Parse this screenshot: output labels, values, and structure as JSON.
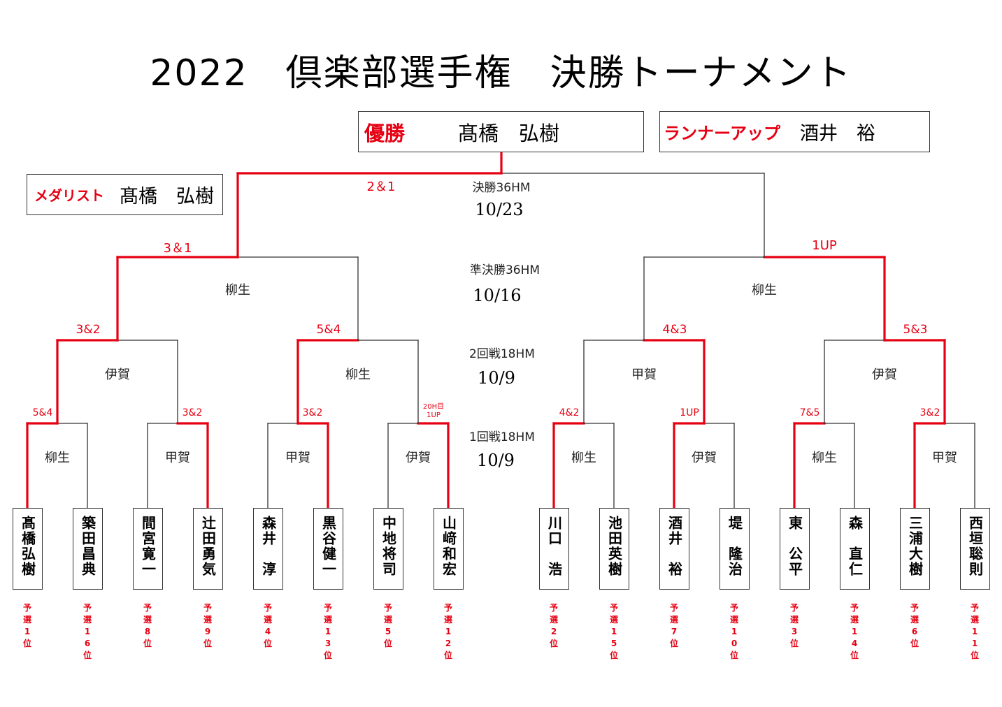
{
  "title": "2022　倶楽部選手権　決勝トーナメント",
  "colors": {
    "winner_line": "#e60012",
    "line": "#333333",
    "accent_text": "#e60012"
  },
  "champion": {
    "label": "優勝",
    "name": "髙橋　弘樹"
  },
  "runner_up": {
    "label": "ランナーアップ",
    "name": "酒井　裕"
  },
  "medalist": {
    "label": "メダリスト",
    "name": "髙橋　弘樹"
  },
  "rounds": {
    "final": {
      "name": "決勝36HM",
      "date": "10/23"
    },
    "semifinal": {
      "name": "準決勝36HM",
      "date": "10/16"
    },
    "round2": {
      "name": "2回戦18HM",
      "date": "10/9"
    },
    "round1": {
      "name": "1回戦18HM",
      "date": "10/9"
    }
  },
  "players": [
    {
      "name": "髙橋弘樹",
      "seed": "予選1位"
    },
    {
      "name": "築田昌典",
      "seed": "予選16位"
    },
    {
      "name": "間宮寛一",
      "seed": "予選8位"
    },
    {
      "name": "辻田勇気",
      "seed": "予選9位"
    },
    {
      "name": "森井　淳",
      "seed": "予選4位"
    },
    {
      "name": "黒谷健一",
      "seed": "予選13位"
    },
    {
      "name": "中地将司",
      "seed": "予選5位"
    },
    {
      "name": "山﨑和宏",
      "seed": "予選12位"
    },
    {
      "name": "川口　浩",
      "seed": "予選2位"
    },
    {
      "name": "池田英樹",
      "seed": "予選15位"
    },
    {
      "name": "酒井　裕",
      "seed": "予選7位"
    },
    {
      "name": "堤　隆治",
      "seed": "予選10位"
    },
    {
      "name": "東　公平",
      "seed": "予選3位"
    },
    {
      "name": "森　直仁",
      "seed": "予選14位"
    },
    {
      "name": "三浦大樹",
      "seed": "予選6位"
    },
    {
      "name": "西垣聡則",
      "seed": "予選11位"
    }
  ],
  "matches": {
    "r1": [
      {
        "venue": "柳生",
        "result": "5&4",
        "winner": "left"
      },
      {
        "venue": "甲賀",
        "result": "3&2",
        "winner": "right"
      },
      {
        "venue": "甲賀",
        "result": "3&2",
        "winner": "right"
      },
      {
        "venue": "伊賀",
        "result": "20H目\n1UP",
        "winner": "right"
      },
      {
        "venue": "柳生",
        "result": "4&2",
        "winner": "left"
      },
      {
        "venue": "伊賀",
        "result": "1UP",
        "winner": "left"
      },
      {
        "venue": "柳生",
        "result": "7&5",
        "winner": "left"
      },
      {
        "venue": "甲賀",
        "result": "3&2",
        "winner": "left"
      }
    ],
    "r2": [
      {
        "venue": "伊賀",
        "result": "3&2",
        "winner": "left"
      },
      {
        "venue": "柳生",
        "result": "5&4",
        "winner": "left"
      },
      {
        "venue": "甲賀",
        "result": "4&3",
        "winner": "right"
      },
      {
        "venue": "伊賀",
        "result": "5&3",
        "winner": "right"
      }
    ],
    "sf": [
      {
        "venue": "柳生",
        "result": "3＆1",
        "winner": "left"
      },
      {
        "venue": "柳生",
        "result": "1UP",
        "winner": "right"
      }
    ],
    "final": {
      "result": "2＆1",
      "winner": "left"
    }
  }
}
